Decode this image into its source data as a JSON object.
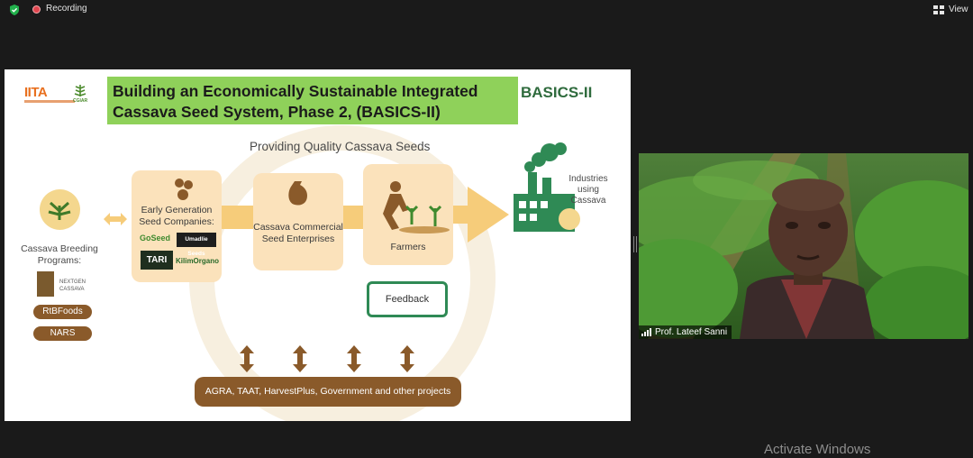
{
  "toolbar": {
    "recording_label": "Recording",
    "view_label": "View"
  },
  "slide": {
    "logo_iita": "IITA",
    "logo_cgiar": "CGIAR",
    "title": "Building an Economically Sustainable Integrated\nCassava Seed System, Phase 2, (BASICS-II)",
    "brand": "BASICS-II",
    "subtitle": "Providing Quality Cassava Seeds",
    "breeding_label": "Cassava Breeding\nPrograms:",
    "nextgen_label": "NEXTGEN\nCASSAVA",
    "rtbfoods_label": "RtBFoods",
    "nars_label": "NARS",
    "egs_label": "Early Generation\nSeed Companies:",
    "goseed_label": "GoSeed",
    "umadlie_label": "Umadlie Seeds",
    "tari_label": "TARI",
    "kilimo_label": "KilimOrgano",
    "ccse_label": "Cassava Commercial\nSeed Enterprises",
    "farmers_label": "Farmers",
    "industries_label": "Industries\nusing\nCassava",
    "feedback_label": "Feedback",
    "partners_label": "AGRA, TAAT, HarvestPlus, Government and other projects"
  },
  "participant": {
    "name": "Prof. Lateef Sanni"
  },
  "watermark": "Activate Windows",
  "colors": {
    "app_background": "#1a1a1a",
    "title_highlight": "#8fd15a",
    "brand_green": "#2f6b3d",
    "card_fill": "#fbe2bb",
    "pill_brown": "#8a5a2a",
    "recording_red": "#e0454e"
  }
}
